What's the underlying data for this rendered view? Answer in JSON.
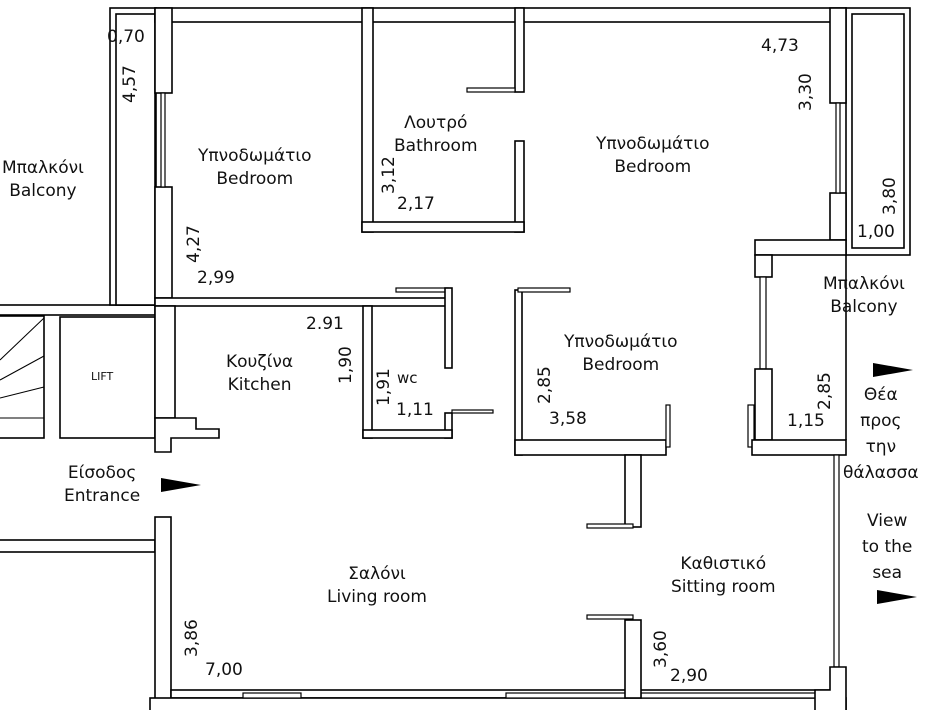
{
  "rooms": {
    "balcony_left": {
      "gr": "Μπαλκόνι",
      "en": "Balcony"
    },
    "bedroom_1": {
      "gr": "Υπνοδωμάτιο",
      "en": "Bedroom"
    },
    "bathroom": {
      "gr": "Λουτρό",
      "en": "Bathroom"
    },
    "bedroom_2": {
      "gr": "Υπνοδωμάτιο",
      "en": "Bedroom"
    },
    "balcony_right": {
      "gr": "Μπαλκόνι",
      "en": "Balcony"
    },
    "kitchen": {
      "gr": "Κουζίνα",
      "en": "Kitchen"
    },
    "wc": {
      "en": "wc"
    },
    "bedroom_3": {
      "gr": "Υπνοδωμάτιο",
      "en": "Bedroom"
    },
    "entrance": {
      "gr": "Είσοδος",
      "en": "Entrance"
    },
    "living_room": {
      "gr": "Σαλόνι",
      "en": "Living room"
    },
    "sitting_room": {
      "gr": "Καθιστικό",
      "en": "Sitting room"
    },
    "lift": "LIFT"
  },
  "sea_view": {
    "gr": [
      "Θέα",
      "προς",
      "την",
      "θάλασσα"
    ],
    "en": [
      "View",
      "to the",
      "sea"
    ]
  },
  "dimensions": {
    "balcony_left_w": "0,70",
    "balcony_left_h": "4,57",
    "bedroom_1_h": "4,27",
    "bedroom_1_w": "2,99",
    "bathroom_h": "3,12",
    "bathroom_w": "2,17",
    "bedroom_2_w": "4,73",
    "bedroom_2_h": "3,30",
    "balcony_upper_right_h": "3,80",
    "balcony_upper_right_w": "1,00",
    "kitchen_w": "2.91",
    "kitchen_h": "1,90",
    "wc_h": "1,91",
    "wc_w": "1,11",
    "bedroom_3_h": "2,85",
    "bedroom_3_w": "3,58",
    "balcony_right_h": "2,85",
    "balcony_right_w": "1,15",
    "living_h": "3,86",
    "living_w": "7,00",
    "sitting_h": "3,60",
    "sitting_w": "2,90"
  }
}
